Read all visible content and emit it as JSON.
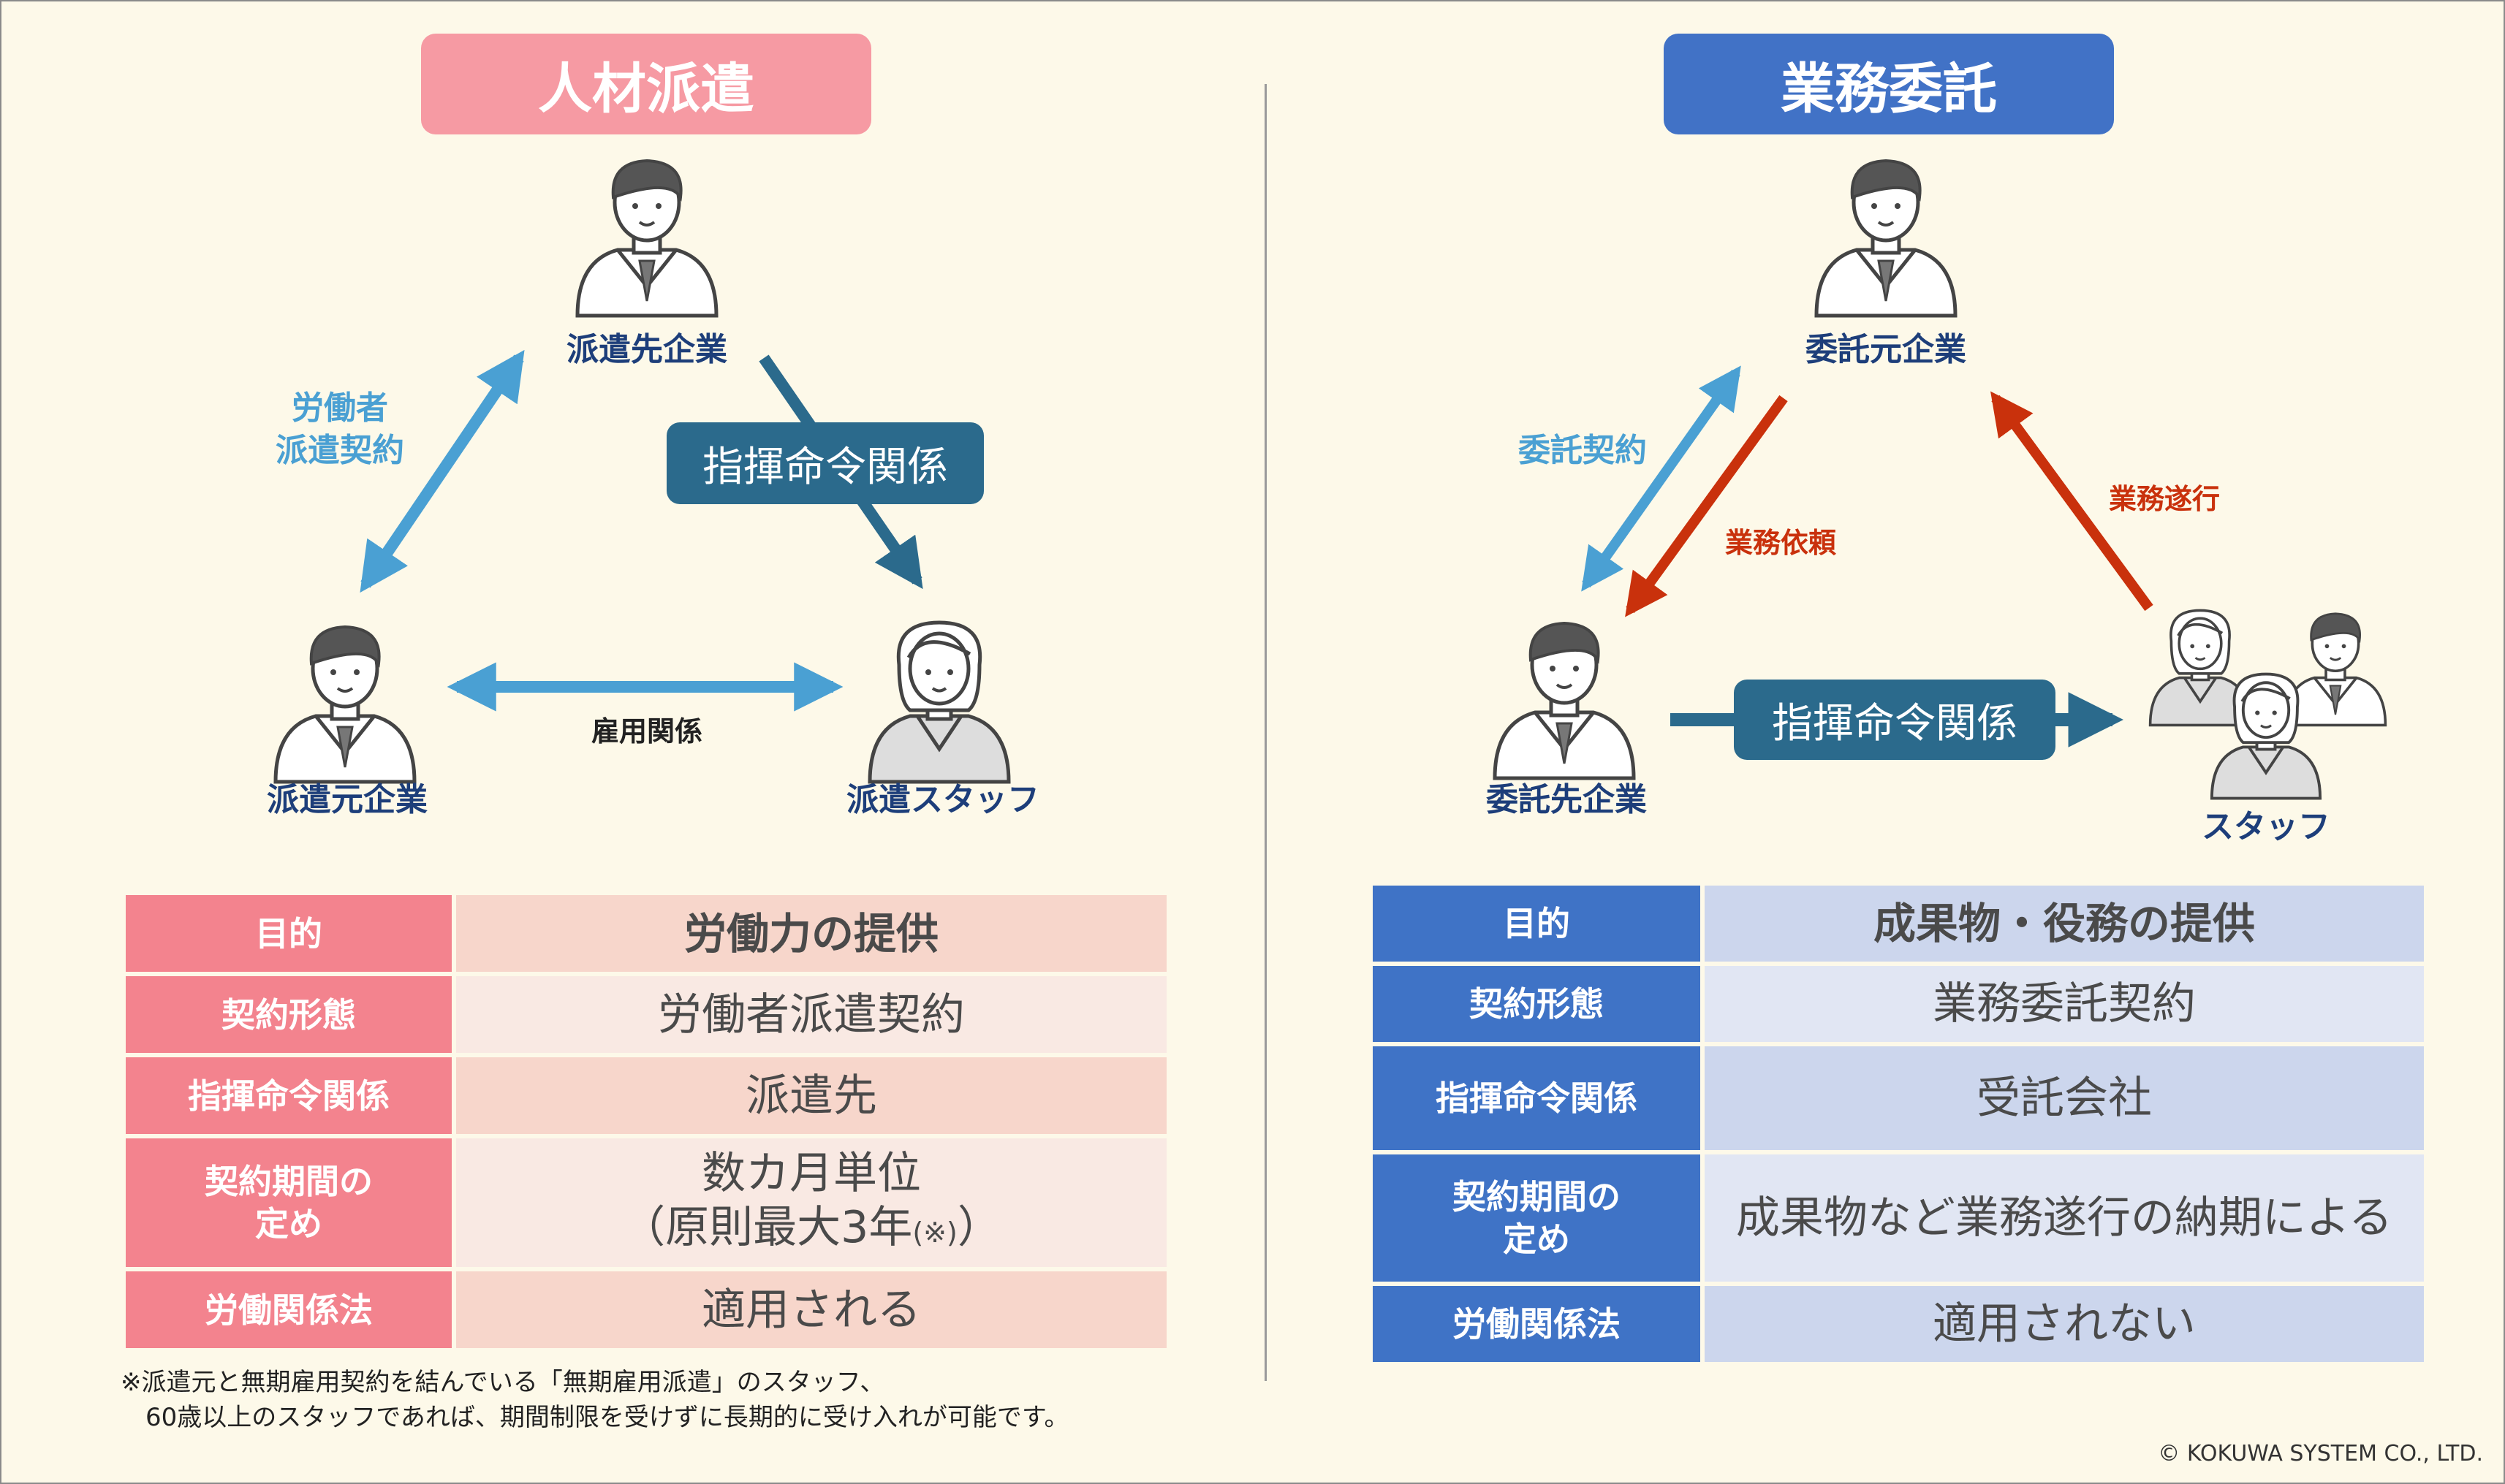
{
  "left": {
    "title": "人材派遣",
    "nodes": {
      "top": "派遣先企業",
      "left": "派遣元企業",
      "right": "派遣スタッフ"
    },
    "contract_label_line1": "労働者",
    "contract_label_line2": "派遣契約",
    "command_label": "指揮命令関係",
    "employment_label": "雇用関係",
    "table": {
      "rows": [
        {
          "header": "目的",
          "value": "労働力の提供"
        },
        {
          "header": "契約形態",
          "value": "労働者派遣契約"
        },
        {
          "header": "指揮命令関係",
          "value": "派遣先"
        },
        {
          "header_line1": "契約期間の",
          "header_line2": "定め",
          "value_line1": "数カ月単位",
          "value_line2a": "（原則最大3年",
          "value_line2b": "(※)",
          "value_line2c": "）"
        },
        {
          "header": "労働関係法",
          "value": "適用される"
        }
      ]
    },
    "footnote": "※派遣元と無期雇用契約を結んでいる「無期雇用派遣」のスタッフ、\n　60歳以上のスタッフであれば、期間制限を受けずに長期的に受け入れが可能です。"
  },
  "right": {
    "title": "業務委託",
    "nodes": {
      "top": "委託元企業",
      "left": "委託先企業",
      "right": "スタッフ"
    },
    "contract_label": "委託契約",
    "request_label": "業務依頼",
    "execution_label": "業務遂行",
    "command_label": "指揮命令関係",
    "table": {
      "rows": [
        {
          "header": "目的",
          "value": "成果物・役務の提供"
        },
        {
          "header": "契約形態",
          "value": "業務委託契約"
        },
        {
          "header": "指揮命令関係",
          "value": "受託会社"
        },
        {
          "header_line1": "契約期間の",
          "header_line2": "定め",
          "value": "成果物など業務遂行の納期による"
        },
        {
          "header": "労働関係法",
          "value": "適用されない"
        }
      ]
    }
  },
  "copyright": "© KOKUWA SYSTEM CO., LTD.",
  "colors": {
    "pink": "#f3838e",
    "blue": "#3f73c6",
    "contract_arrow": "#4aa0d3",
    "command_arrow": "#2b6a8c",
    "request_arrow": "#c9310c"
  }
}
